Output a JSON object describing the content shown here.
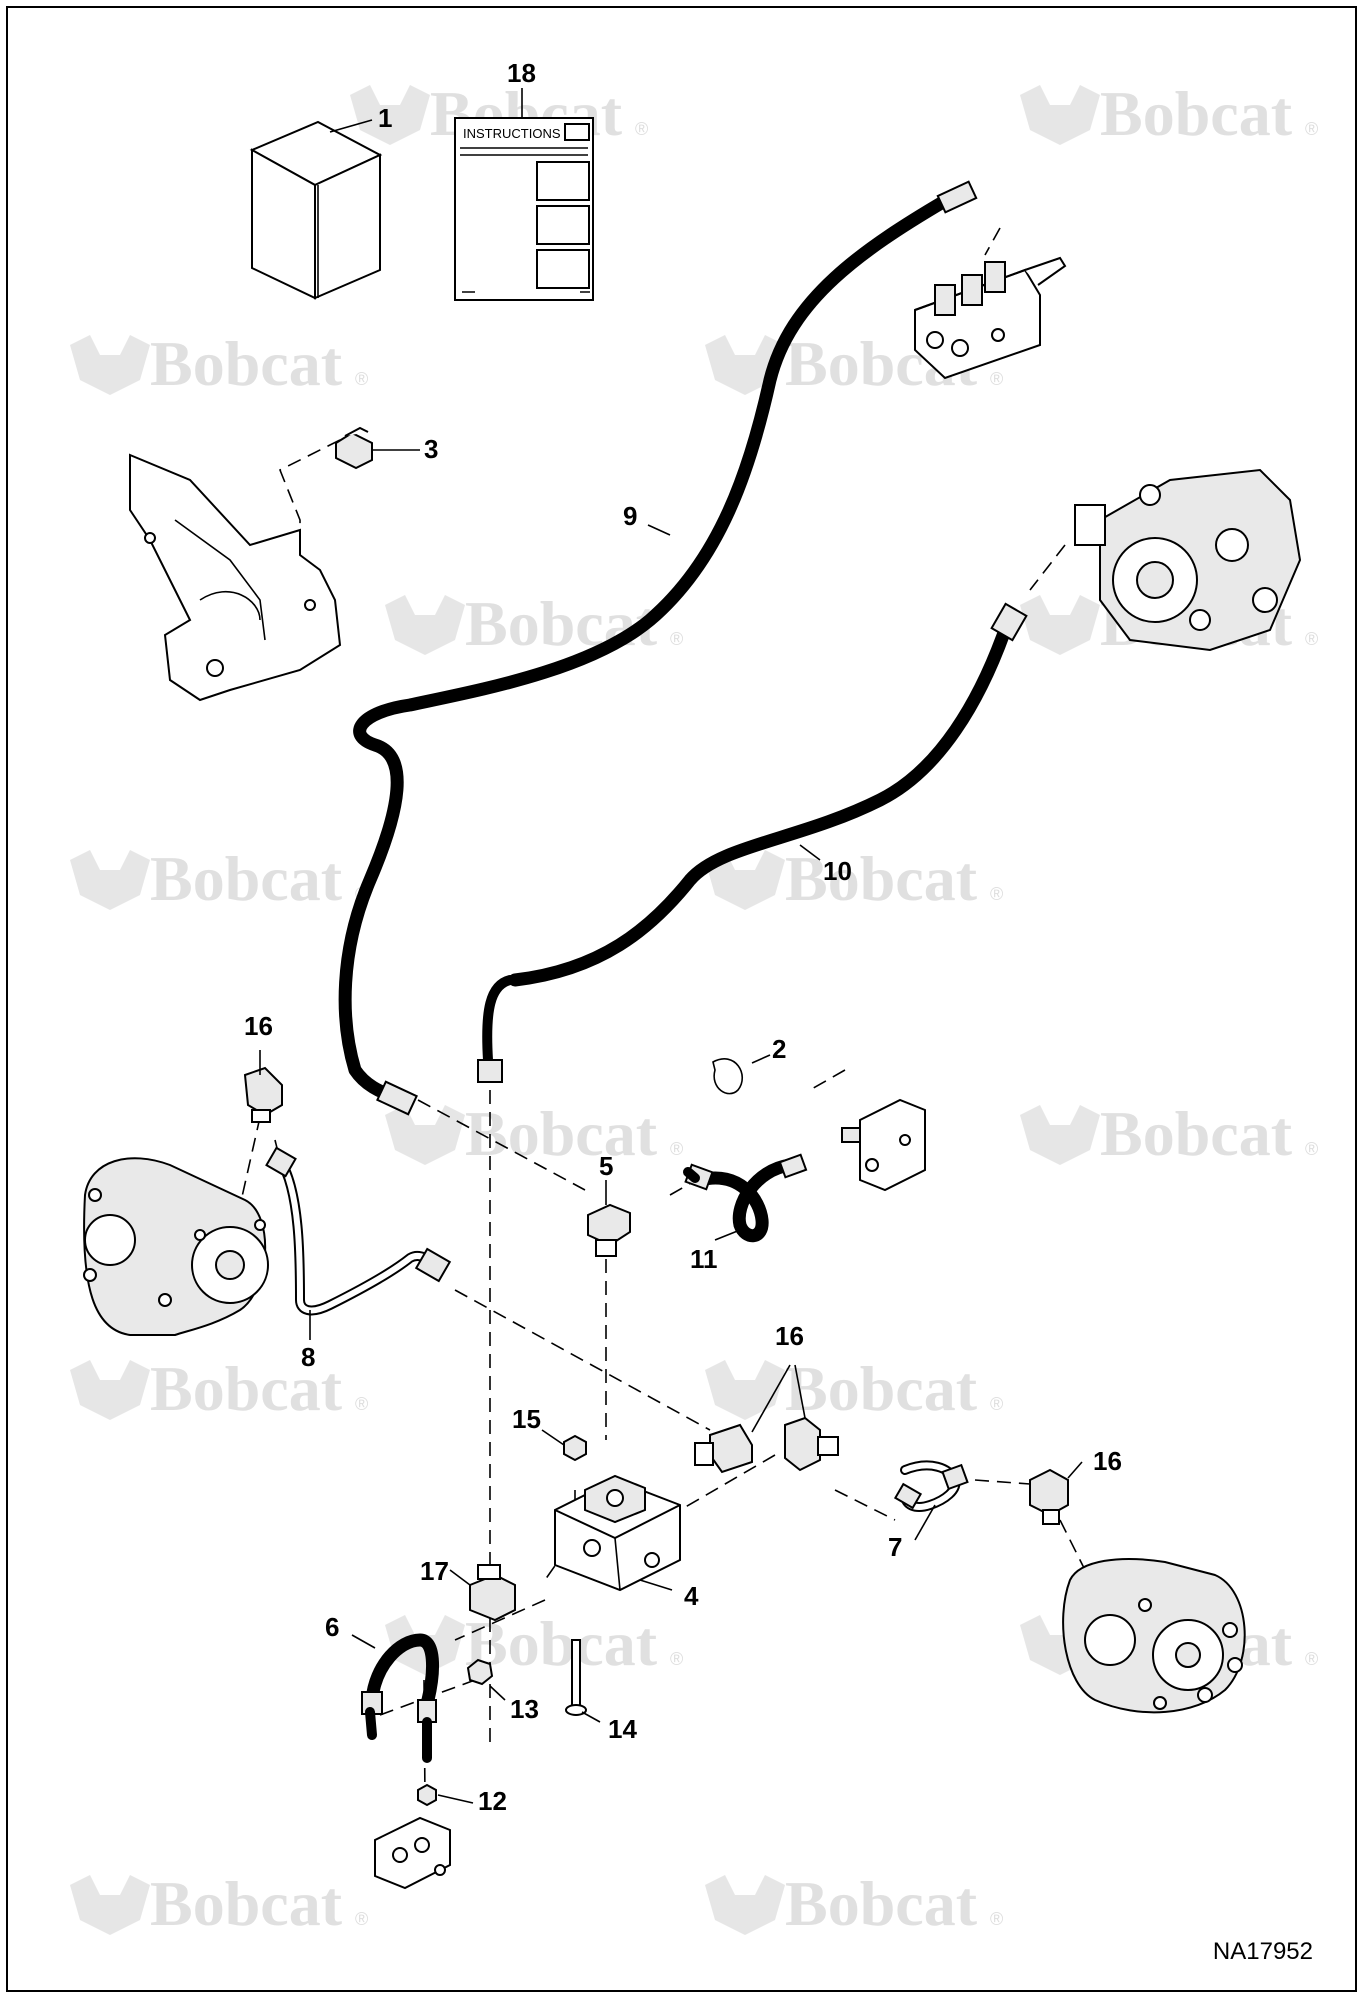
{
  "watermark": {
    "brand": "Bobcat",
    "mark": "®"
  },
  "instructions_label": "INSTRUCTIONS",
  "callouts": [
    {
      "id": "c1",
      "label": "1"
    },
    {
      "id": "c2",
      "label": "2"
    },
    {
      "id": "c3",
      "label": "3"
    },
    {
      "id": "c4",
      "label": "4"
    },
    {
      "id": "c5",
      "label": "5"
    },
    {
      "id": "c6",
      "label": "6"
    },
    {
      "id": "c7",
      "label": "7"
    },
    {
      "id": "c8",
      "label": "8"
    },
    {
      "id": "c9",
      "label": "9"
    },
    {
      "id": "c10",
      "label": "10"
    },
    {
      "id": "c11",
      "label": "11"
    },
    {
      "id": "c12",
      "label": "12"
    },
    {
      "id": "c13",
      "label": "13"
    },
    {
      "id": "c14",
      "label": "14"
    },
    {
      "id": "c15",
      "label": "15"
    },
    {
      "id": "c16a",
      "label": "16"
    },
    {
      "id": "c16b",
      "label": "16"
    },
    {
      "id": "c16c",
      "label": "16"
    },
    {
      "id": "c17",
      "label": "17"
    },
    {
      "id": "c18",
      "label": "18"
    }
  ],
  "figure_id": "NA17952"
}
